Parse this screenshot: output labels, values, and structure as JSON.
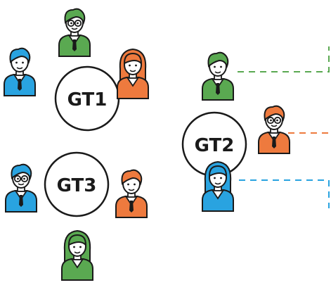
{
  "colors": {
    "green": "#5aa951",
    "orange": "#ee7a3e",
    "blue": "#29a3e0",
    "outline": "#1a1a1a",
    "skin_dark": "#1a1a1a"
  },
  "groups": [
    {
      "label": "GT1",
      "members": [
        {
          "color": "green",
          "icon": "man-with-glasses-icon"
        },
        {
          "color": "blue",
          "icon": "man-icon"
        },
        {
          "color": "orange",
          "icon": "woman-icon"
        }
      ]
    },
    {
      "label": "GT2",
      "members": [
        {
          "color": "green",
          "icon": "man-icon",
          "link": "dashed-connector-green"
        },
        {
          "color": "orange",
          "icon": "man-with-glasses-icon",
          "link": "dashed-connector-orange"
        },
        {
          "color": "blue",
          "icon": "woman-icon",
          "link": "dashed-connector-blue"
        }
      ]
    },
    {
      "label": "GT3",
      "members": [
        {
          "color": "blue",
          "icon": "man-with-glasses-icon"
        },
        {
          "color": "orange",
          "icon": "man-icon"
        },
        {
          "color": "green",
          "icon": "woman-icon"
        }
      ]
    }
  ]
}
